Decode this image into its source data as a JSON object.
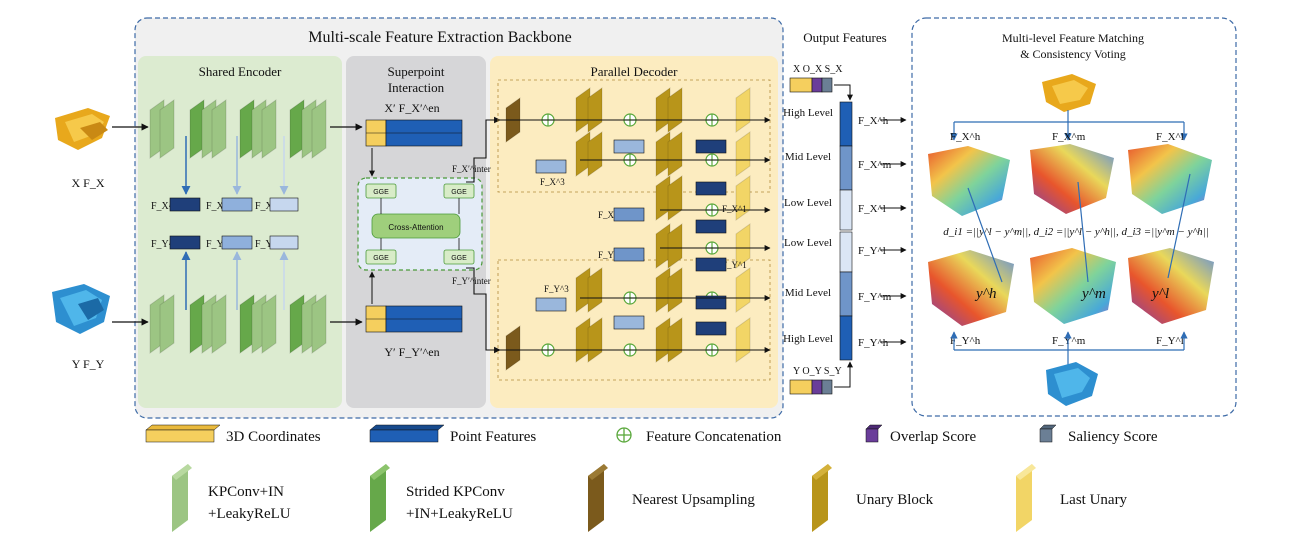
{
  "backbone": {
    "title": "Multi-scale Feature Extraction Backbone"
  },
  "encoder": {
    "title": "Shared Encoder",
    "x_feats": [
      "F_X^1",
      "F_X^2",
      "F_X^3"
    ],
    "y_feats": [
      "F_Y^1",
      "F_Y^2",
      "F_Y^3"
    ]
  },
  "superpoint": {
    "title_line1": "Superpoint",
    "title_line2": "Interaction",
    "x_label": "X′ F_X′^en",
    "y_label": "Y′ F_Y′^en",
    "gge": "GGE",
    "cross_attention": "Cross-Attention",
    "x_inter": "F_X′^inter",
    "y_inter": "F_Y′^inter"
  },
  "decoder": {
    "title": "Parallel Decoder",
    "x_feats": [
      "F_X^3",
      "F_X^2",
      "F_X^1"
    ],
    "y_feats": [
      "F_Y^1",
      "F_Y^2",
      "F_Y^3"
    ]
  },
  "inputs": {
    "x": "X F_X",
    "y": "Y F_Y"
  },
  "output": {
    "title": "Output Features",
    "x_top": "X  O_X S_X",
    "y_bottom": "Y  O_Y S_Y",
    "levels": [
      "High Level",
      "Mid  Level",
      "Low Level",
      "Low Level",
      "Mid  Level",
      "High Level"
    ],
    "feature_labels": [
      "F_X^h",
      "F_X^m",
      "F_X^l",
      "F_Y^l",
      "F_Y^m",
      "F_Y^h"
    ]
  },
  "matching": {
    "title_line1": "Multi-level Feature Matching",
    "title_line2": "& Consistency Voting",
    "top_labels": [
      "F_X^h",
      "F_X^m",
      "F_X^l"
    ],
    "bottom_labels": [
      "F_Y^h",
      "F_Y^m",
      "F_Y^l"
    ],
    "equation": "d_i1 =||y^l − y^m||, d_i2 =||y^l − y^h||, d_i3 =||y^m − y^h||",
    "points": [
      "y^h",
      "y^m",
      "y^l"
    ]
  },
  "legend": {
    "row1": [
      "3D Coordinates",
      "Point Features",
      "Feature Concatenation",
      "Overlap Score",
      "Saliency Score"
    ],
    "row2": [
      {
        "line1": "KPConv+IN",
        "line2": "+LeakyReLU"
      },
      {
        "line1": "Strided KPConv",
        "line2": "+IN+LeakyReLU"
      },
      {
        "line1": "Nearest Upsampling",
        "line2": ""
      },
      {
        "line1": "Unary Block",
        "line2": ""
      },
      {
        "line1": "Last Unary",
        "line2": ""
      }
    ]
  },
  "colors": {
    "encoder_bg": "#dcebd0",
    "superpoint_bg": "#d6d6d8",
    "decoder_bg": "#fcecc0",
    "kpconv": "#9cc583",
    "strided": "#66a84a",
    "upsample": "#7b5a1c",
    "unary": "#b8951a",
    "last_unary": "#f2d566",
    "point_feat": "#1f5fb5",
    "coord": "#f5cf5e",
    "overlap": "#6a3d9a",
    "saliency": "#6b7f95"
  }
}
